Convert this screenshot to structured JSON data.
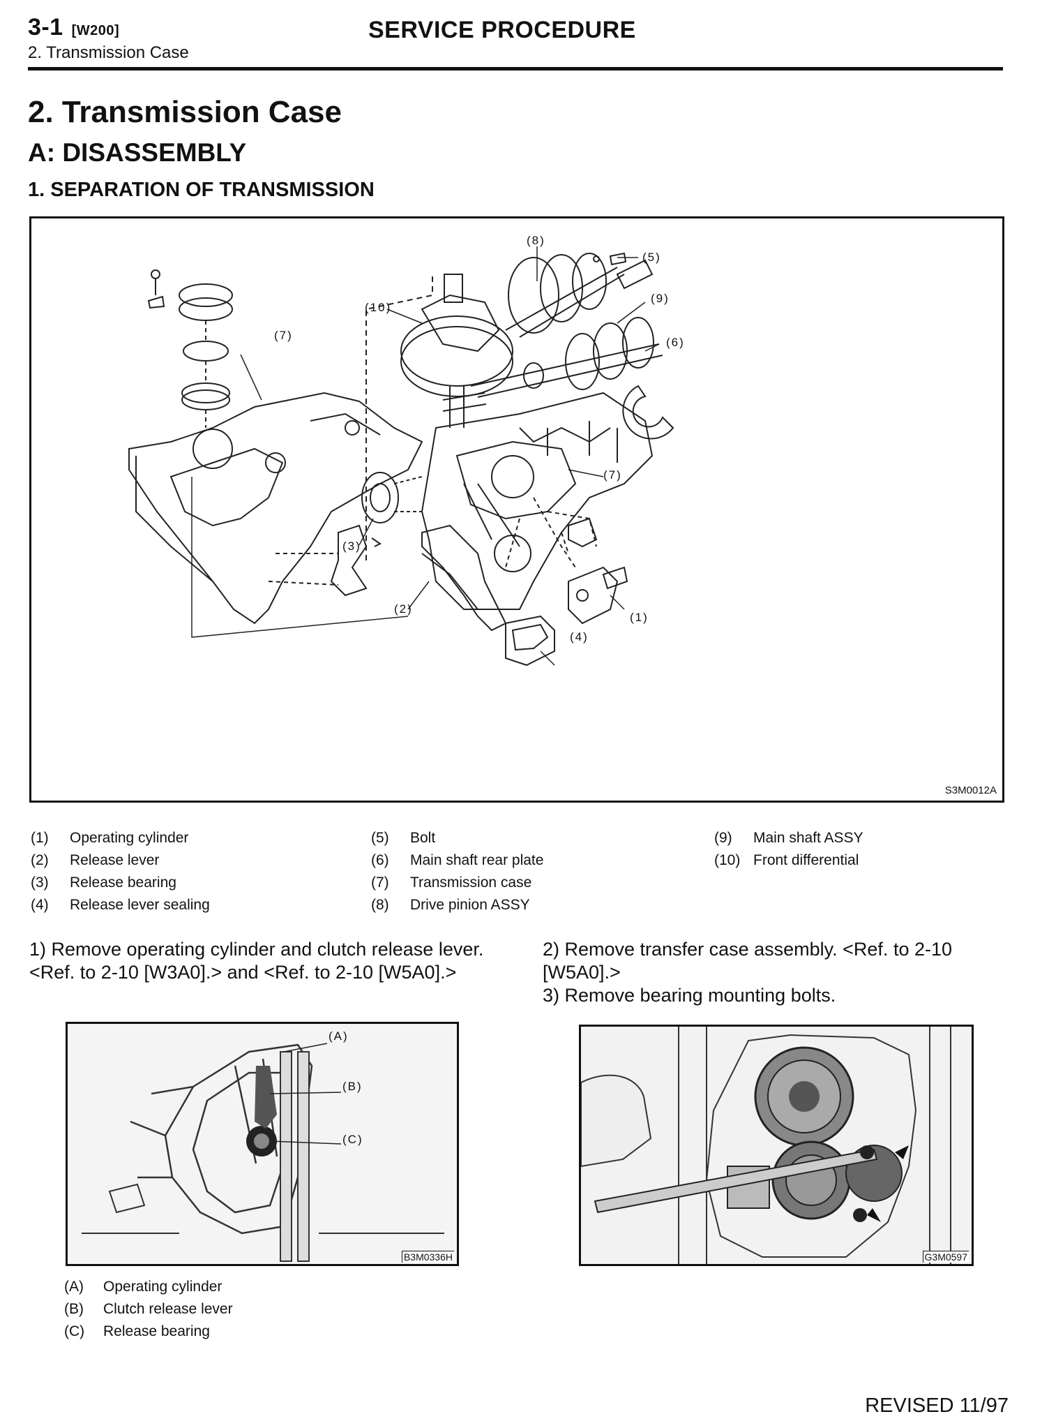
{
  "header": {
    "section_code": "3-1",
    "section_tag": "[W200]",
    "subtitle": "2. Transmission Case",
    "title": "SERVICE PROCEDURE"
  },
  "headings": {
    "h1": "2. Transmission Case",
    "h2": "A: DISASSEMBLY",
    "h3": "1. SEPARATION OF TRANSMISSION"
  },
  "main_figure": {
    "code": "S3M0012A",
    "callouts": [
      "(8)",
      "(5)",
      "(9)",
      "(10)",
      "(6)",
      "(7)",
      "(7)",
      "(3)",
      "(2)",
      "(1)",
      "(4)"
    ]
  },
  "legend": {
    "col1": [
      {
        "num": "(1)",
        "label": "Operating cylinder"
      },
      {
        "num": "(2)",
        "label": "Release lever"
      },
      {
        "num": "(3)",
        "label": "Release bearing"
      },
      {
        "num": "(4)",
        "label": "Release lever sealing"
      }
    ],
    "col2": [
      {
        "num": "(5)",
        "label": "Bolt"
      },
      {
        "num": "(6)",
        "label": "Main shaft rear plate"
      },
      {
        "num": "(7)",
        "label": "Transmission case"
      },
      {
        "num": "(8)",
        "label": "Drive pinion ASSY"
      }
    ],
    "col3": [
      {
        "num": "(9)",
        "label": "Main shaft ASSY"
      },
      {
        "num": "(10)",
        "label": "Front differential"
      }
    ]
  },
  "steps": {
    "step1": "1) Remove operating cylinder and clutch release lever. <Ref. to 2-10 [W3A0].> and <Ref. to 2-10 [W5A0].>",
    "step2": "2) Remove transfer case assembly. <Ref. to 2-10 [W5A0].>",
    "step3": "3) Remove bearing mounting bolts."
  },
  "photo_left": {
    "code": "B3M0336H",
    "callouts": [
      "(A)",
      "(B)",
      "(C)"
    ],
    "legend": [
      {
        "num": "(A)",
        "label": "Operating cylinder"
      },
      {
        "num": "(B)",
        "label": "Clutch release lever"
      },
      {
        "num": "(C)",
        "label": "Release bearing"
      }
    ]
  },
  "photo_right": {
    "code": "G3M0597"
  },
  "footer": {
    "revised": "REVISED 11/97"
  }
}
